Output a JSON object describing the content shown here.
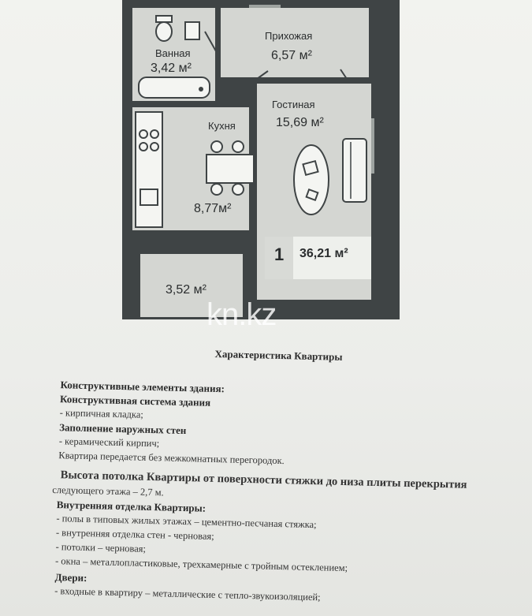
{
  "plan": {
    "rooms": [
      {
        "id": "bathroom",
        "name": "Ванная",
        "area": "3,42 м²"
      },
      {
        "id": "hallway",
        "name": "Прихожая",
        "area": "6,57 м²"
      },
      {
        "id": "living",
        "name": "Гостиная",
        "area": "15,69 м²"
      },
      {
        "id": "kitchen",
        "name": "Кухня",
        "area": "8,77м²"
      },
      {
        "id": "balcony",
        "name": "",
        "area": "3,52 м²"
      }
    ],
    "badge": {
      "rooms": "1",
      "total_area": "36,21 м²"
    },
    "watermark": "kn.kz"
  },
  "document": {
    "title": "Характеристика Квартиры",
    "lines": [
      "Конструктивные элементы здания:",
      "Конструктивная система здания",
      "- кирпичная кладка;",
      "Заполнение наружных стен",
      "- керамический кирпич;",
      "Квартира передается без межкомнатных перегородок.",
      "Высота потолка Квартиры от поверхности стяжки до низа плиты перекрытия",
      "следующего этажа – 2,7 м.",
      "Внутренняя отделка Квартиры:",
      "- полы в типовых жилых этажах – цементно-песчаная стяжка;",
      "- внутренняя отделка стен - черновая;",
      "- потолки – черновая;",
      "- окна – металлопластиковые, трехкамерные с тройным остеклением;",
      "Двери:",
      "- входные в квартиру – металлические с тепло-звукоизоляцией;"
    ]
  }
}
